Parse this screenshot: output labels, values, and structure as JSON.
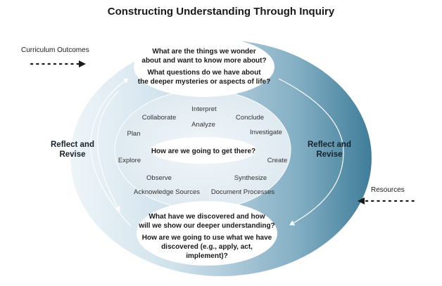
{
  "title": "Constructing Understanding Through Inquiry",
  "inputs": {
    "curriculum_outcomes": "Curriculum Outcomes",
    "resources": "Resources"
  },
  "top_bubble": {
    "lines": [
      "What are the things we wonder",
      "about and want to know more about?",
      "What questions do we have about",
      "the deeper mysteries or aspects of life?"
    ]
  },
  "bottom_bubble": {
    "lines": [
      "What have we discovered and how",
      "will we show our deeper understanding?",
      "How are we going to use what we have",
      "discovered (e.g., apply, act,",
      "implement)?"
    ]
  },
  "reflect_left": [
    "Reflect and",
    "Revise"
  ],
  "reflect_right": [
    "Reflect and",
    "Revise"
  ],
  "center_question": "How are we going to get there?",
  "processes": {
    "interpret": "Interpret",
    "collaborate": "Collaborate",
    "analyze": "Analyze",
    "conclude": "Conclude",
    "plan": "Plan",
    "investigate": "Investigate",
    "explore": "Explore",
    "create": "Create",
    "observe": "Observe",
    "synthesize": "Synthesize",
    "acknowledge_sources": "Acknowledge Sources",
    "document_processes": "Document Processes"
  },
  "colors": {
    "outer_light": "#e8f1f6",
    "outer_dark": "#3d7c99",
    "inner_fill": "#e6eff4",
    "bubble_fill": "#ffffff",
    "text": "#1a1a1a"
  }
}
